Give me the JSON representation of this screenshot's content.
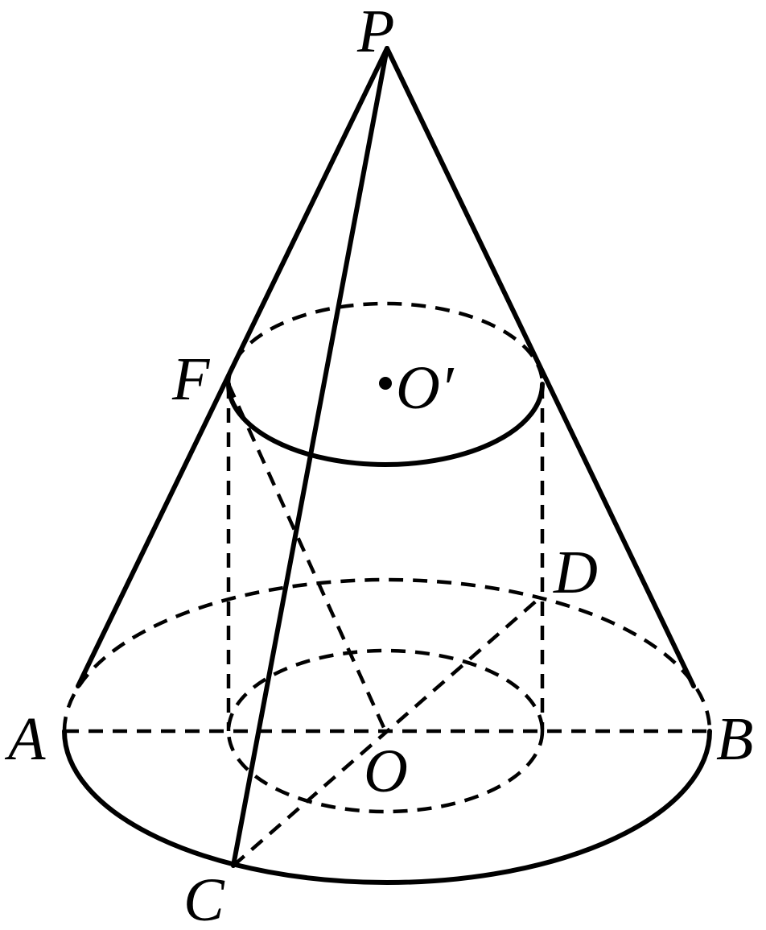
{
  "figure": {
    "labels": {
      "P": "P",
      "F": "F",
      "O_prime": "O′",
      "D": "D",
      "A": "A",
      "B": "B",
      "O": "O",
      "C": "C"
    },
    "stroke_color": "#000000",
    "background_color": "#ffffff"
  }
}
